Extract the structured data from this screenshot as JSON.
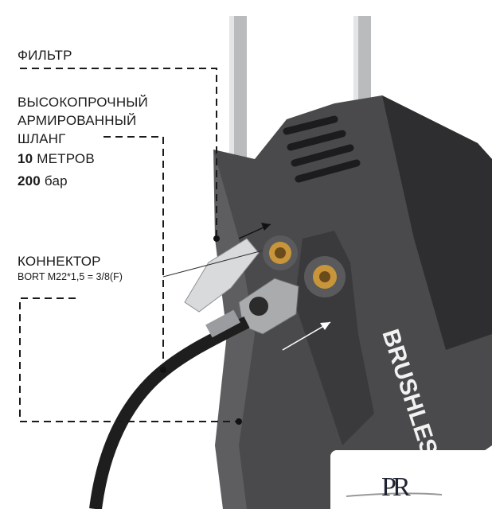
{
  "labels": {
    "filter": "ФИЛЬТР",
    "hose_line1": "ВЫСОКОПРОЧНЫЙ",
    "hose_line2": "АРМИРОВАННЫЙ",
    "hose_line3": "ШЛАНГ",
    "length_value": "10",
    "length_unit": "МЕТРОВ",
    "pressure_value": "200",
    "pressure_unit": "бар",
    "connector": "КОННЕКТОР",
    "connector_spec": "BORT M22*1,5 = 3/8(F)"
  },
  "product_print": "BRUSHLESS",
  "logo": "PR",
  "colors": {
    "body": "#4a4a4c",
    "body_dark": "#2e2e30",
    "brass": "#c8953a",
    "text": "#1a1a1a"
  }
}
